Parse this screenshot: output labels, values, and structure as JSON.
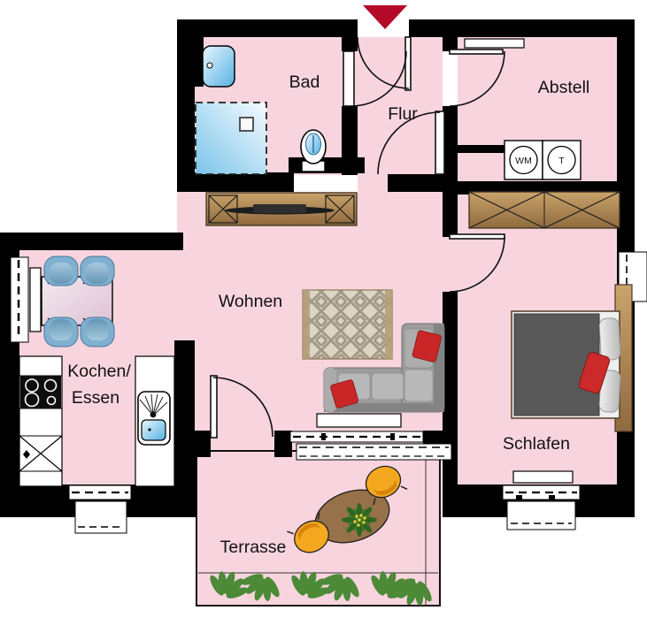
{
  "title": "Apartment floor plan",
  "labels": {
    "bad": "Bad",
    "flur": "Flur",
    "abstell": "Abstell",
    "wohnen": "Wohnen",
    "kochen": "Kochen/",
    "essen": "Essen",
    "schlafen": "Schlafen",
    "terrasse": "Terrasse"
  },
  "appliances": {
    "washing_machine": "WM",
    "dryer": "T"
  },
  "colors": {
    "floor_pink": "#f8d5de",
    "wall_black": "#000000",
    "entrance_arrow_red": "#b5092a",
    "furniture_wood": "#b08b5e",
    "water_blue": "#5ab4e4",
    "sofa_gray": "#9c9c9c",
    "accent_red": "#c92727",
    "plant_green": "#4c8a38",
    "dining_chair_blue": "#7fb0cf",
    "terrace_chair_orange": "#f2a21d",
    "bed_mattress_gray": "#585858",
    "rug_beige": "#dcd5c3"
  }
}
